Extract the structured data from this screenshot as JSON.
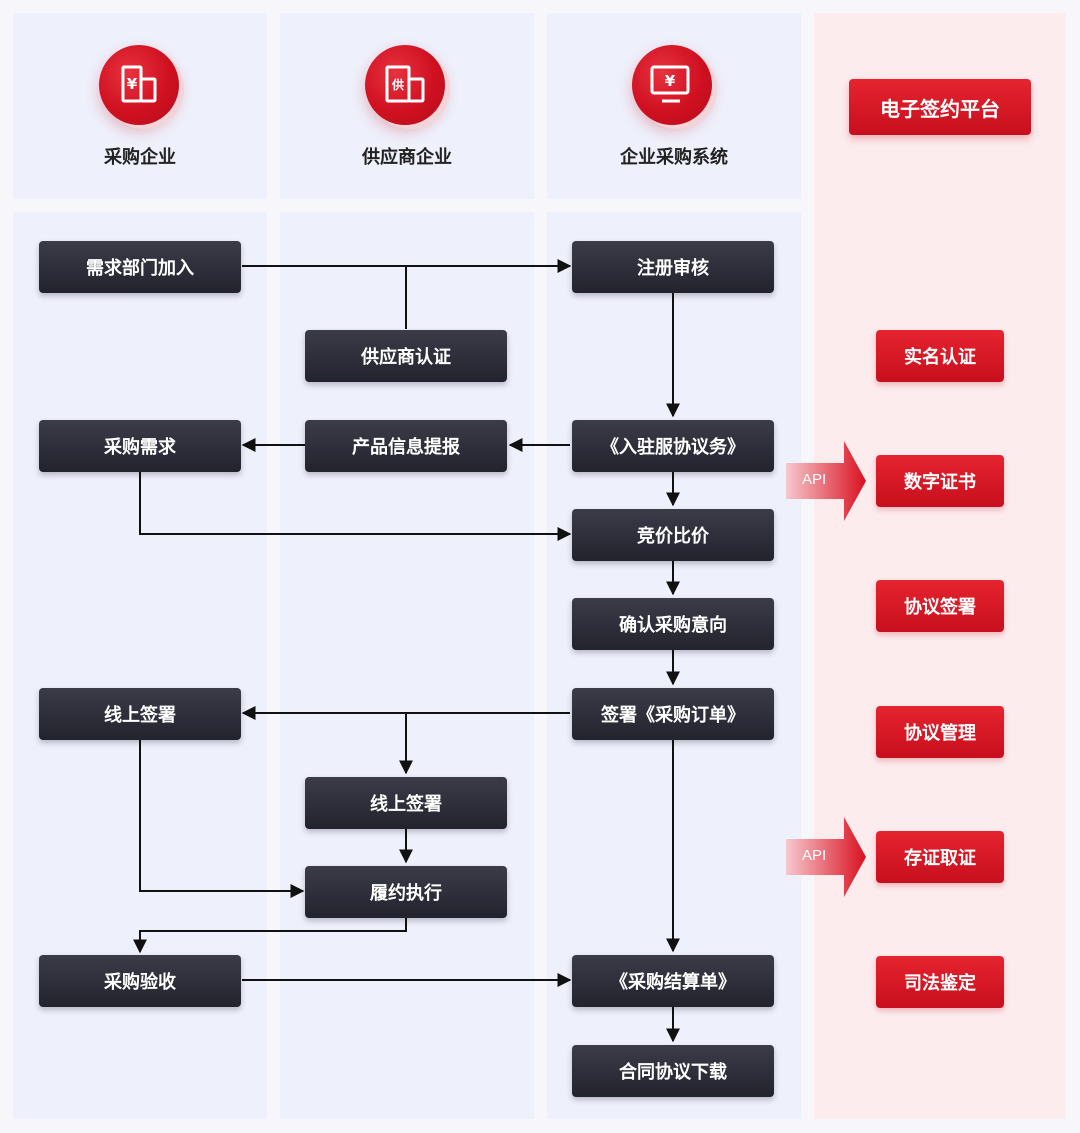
{
  "lanes": {
    "buyer": "采购企业",
    "supplier": "供应商企业",
    "system": "企业采购系统",
    "platform": "电子签约平台"
  },
  "icons": {
    "buyer": "building-yuan-icon",
    "supplier": "building-supply-icon",
    "system": "monitor-yuan-icon",
    "buyer_glyph": "¥",
    "supplier_glyph": "供",
    "system_glyph": "¥"
  },
  "nodes": {
    "demand_dept": "需求部门加入",
    "supplier_cert": "供应商认证",
    "reg_review": "注册审核",
    "purchase_need": "采购需求",
    "product_info": "产品信息提报",
    "entry_agreement": "《入驻服协议务》",
    "bidding": "竞价比价",
    "confirm_intent": "确认采购意向",
    "buyer_online_sign": "线上签署",
    "sign_order": "签署《采购订单》",
    "supplier_online_sign": "线上签署",
    "fulfill": "履约执行",
    "acceptance": "采购验收",
    "settlement": "《采购结算单》",
    "download": "合同协议下载"
  },
  "platform_items": [
    "实名认证",
    "数字证书",
    "协议签署",
    "协议管理",
    "存证取证",
    "司法鉴定"
  ],
  "api_labels": [
    "API",
    "API"
  ],
  "colors": {
    "accent_red": "#d0101f",
    "node_dark": "#2a2b36",
    "lane_bg": "#eef0fb",
    "platform_bg": "#fcecee"
  }
}
